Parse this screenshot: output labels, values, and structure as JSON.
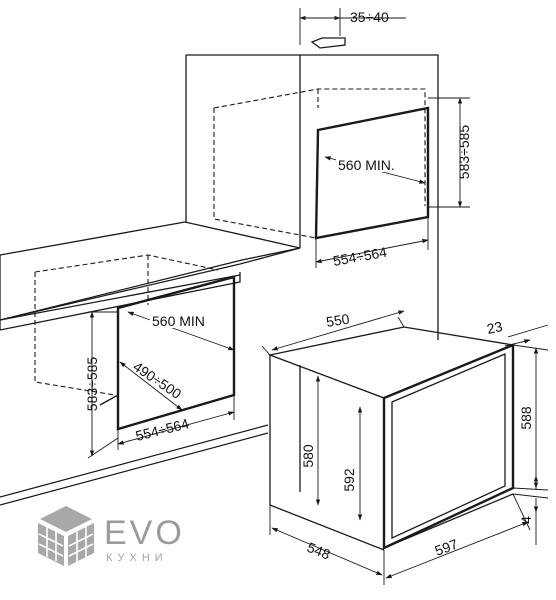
{
  "dimensions": {
    "top_gap": "35÷40",
    "column_niche_height": "583÷585",
    "column_niche_depth": "560 MIN.",
    "column_niche_width": "554÷564",
    "under_niche_height": "583÷585",
    "under_niche_depth": "560 MIN",
    "under_niche_inner": "490÷500",
    "under_niche_width": "554÷564",
    "oven_top_width": "550",
    "oven_door_depth": "23",
    "oven_height_total": "588",
    "oven_side_height": "580",
    "oven_front_height": "592",
    "oven_bottom_gap": "4",
    "oven_depth": "548",
    "oven_width": "597"
  },
  "logo": {
    "wordmark": "EVO",
    "subtitle": "КУХНИ"
  }
}
